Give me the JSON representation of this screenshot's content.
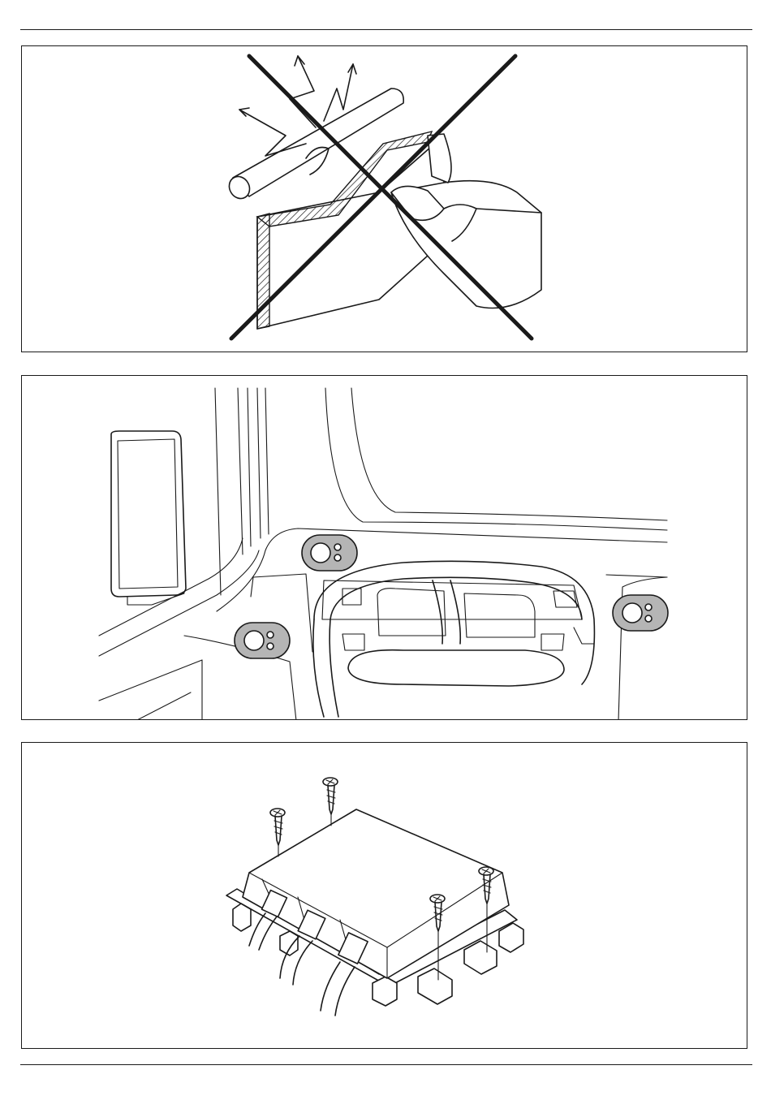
{
  "document": {
    "figures": [
      {
        "id": 1,
        "subject": "do-not-weld-near-unit",
        "prohibited": true
      },
      {
        "id": 2,
        "subject": "cab-dashboard-switch-locations",
        "highlighted_switches": 3
      },
      {
        "id": 3,
        "subject": "junction-box-mounting",
        "screws": 4,
        "cable_glands": 3
      }
    ]
  },
  "colors": {
    "ink": "#1a1a1a",
    "highlight": "#b5b5b5",
    "paper": "#ffffff"
  }
}
